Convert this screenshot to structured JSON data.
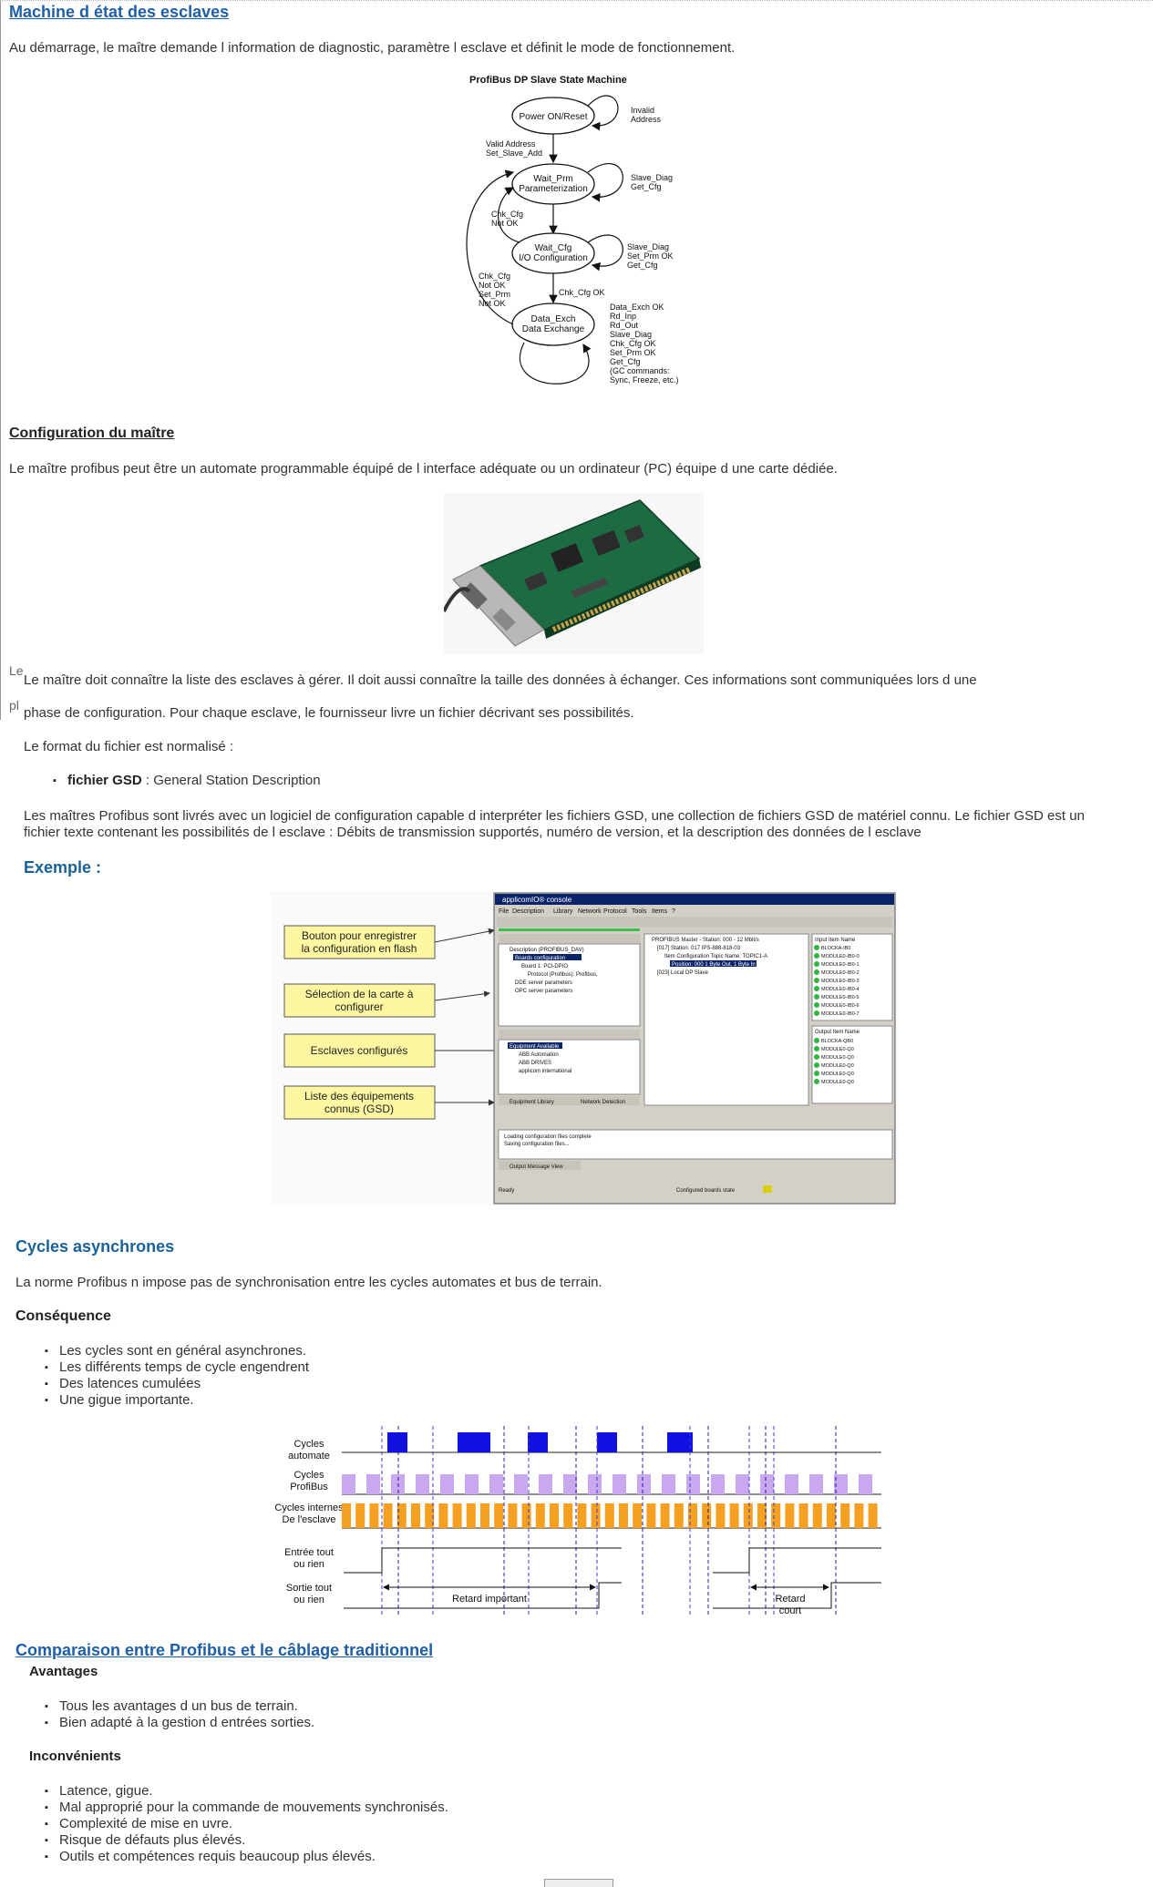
{
  "section1": {
    "title": "Machine d   état des esclaves",
    "intro": "Au démarrage, le maître demande l   information de diagnostic, paramètre l   esclave et définit le mode de fonctionnement."
  },
  "state_machine": {
    "title": "ProfiBus DP Slave State Machine",
    "states": [
      "Power ON/Reset",
      "Wait_Prm",
      "Parameterization",
      "Wait_Cfg",
      "I/O Configuration",
      "Data_Exch",
      "Data Exchange"
    ],
    "labels": {
      "invalid": [
        "Invalid",
        "Address"
      ],
      "valid": [
        "Valid Address",
        "Set_Slave_Add"
      ],
      "slave_diag1": [
        "Slave_Diag",
        "Get_Cfg"
      ],
      "chk_not_ok": [
        "Chk_Cfg",
        "Not OK"
      ],
      "slave_diag2": [
        "Slave_Diag",
        "Set_Prm OK",
        "Get_Cfg"
      ],
      "chk_set_not_ok": [
        "Chk_Cfg",
        "Not OK",
        "Set_Prm",
        "Not OK"
      ],
      "chk_ok": "Chk_Cfg OK",
      "data_list": [
        "Data_Exch OK",
        "Rd_Inp",
        "Rd_Out",
        "Slave_Diag",
        "Chk_Cfg OK",
        "Set_Prm OK",
        "Get_Cfg",
        "(GC commands:",
        "Sync, Freeze, etc.)"
      ]
    }
  },
  "section2": {
    "title": "Configuration du maître",
    "intro": "Le maître profibus peut être un automate programmable équipé de l   interface adéquate ou un ordinateur (PC) équipe d   une carte dédiée.",
    "ghost1": "Le",
    "ghost2": "pl",
    "para1a": "Le maître doit connaître la liste des esclaves à gérer. Il doit aussi connaître la taille des données à échanger. Ces informations sont communiquées lors d   une",
    "para1b": "phase de configuration. Pour chaque esclave, le fournisseur livre un fichier décrivant ses possibilités.",
    "format_intro": "Le format du fichier est normalisé :",
    "gsd_bold": "fichier GSD",
    "gsd_desc": " : General Station Description",
    "para2a": "Les maîtres Profibus sont livrés avec un logiciel de configuration capable d   interpréter les fichiers GSD, une collection de fichiers GSD de matériel connu. Le fichier GSD est un",
    "para2b": "fichier texte contenant les possibilités de l   esclave : Débits de transmission supportés, numéro de version,    et la description des données de l   esclave",
    "example_title": "Exemple :"
  },
  "console": {
    "callouts": [
      "Bouton pour enregistrer",
      "la configuration en flash",
      "Sélection de la carte à",
      "configurer",
      "Esclaves configurés",
      "Liste des équipements",
      "connus (GSD)"
    ],
    "window_title": "applicomIO® console",
    "menu": [
      "File",
      "Description",
      "Library",
      "Network",
      "Protocol",
      "Tools",
      "Items",
      "?"
    ],
    "tree1": [
      "Description (PROFIBUS_DAV)",
      "Boards configuration",
      "Board 1:   PCI-DPIO",
      "Protocol (Profibus): Profibus,",
      "DDE server parameters",
      "OPC server parameters"
    ],
    "tree2": [
      "Equipment Available",
      "ABB Automation",
      "ABB DRIVES",
      "applicom international"
    ],
    "tabs": [
      "Equipment Library",
      "Network Detection"
    ],
    "net_tree": [
      "PROFIBUS Master - Station: 000 - 12 Mbit/s",
      "[017] Station: 017   IPS-888-818-03",
      "Item Configuration  Topic Name: TOPIC1-A",
      "Position: 000  1 Byte Out, 1 Byte In",
      "[023] Local DP Slave"
    ],
    "input_header": "Input Item Name",
    "input_items": [
      "BLOCKA-IB0",
      "MODULE0-IB0-0",
      "MODULE0-IB0-1",
      "MODULE0-IB0-2",
      "MODULE0-IB0-3",
      "MODULE0-IB0-4",
      "MODULE0-IB0-5",
      "MODULE0-IB0-6",
      "MODULE0-IB0-7"
    ],
    "output_header": "Output Item Name",
    "output_items": [
      "BLOCKA-QB0",
      "MODULE0-Q0",
      "MODULE0-Q0",
      "MODULE0-Q0",
      "MODULE0-Q0",
      "MODULE0-Q0"
    ],
    "log": [
      "Loading configuration files complete",
      "Saving configuration files..."
    ],
    "log_tab": "Output Message View",
    "status_left": "Ready",
    "status_right": "Configured boards state"
  },
  "section3": {
    "title": "Cycles asynchrones",
    "intro": "La norme Profibus n   impose pas de synchronisation entre les cycles automates et bus de terrain.",
    "consequence": "Conséquence",
    "bullets": [
      "Les cycles sont en général asynchrones.",
      "Les différents temps de cycle engendrent",
      "Des latences cumulées",
      "Une gigue importante."
    ]
  },
  "timing": {
    "rows": [
      [
        "Cycles",
        "automate"
      ],
      [
        "Cycles",
        "ProfiBus"
      ],
      [
        "Cycles internes",
        "De l'esclave"
      ],
      [
        "Entrée tout",
        "ou rien"
      ],
      [
        "Sortie tout",
        "ou rien"
      ]
    ],
    "delay_long": "Retard important",
    "delay_short": [
      "Retard",
      "court"
    ],
    "colors": {
      "automate": "#1010e0",
      "profibus": "#c9a8f0",
      "internal": "#f5a020"
    }
  },
  "section4": {
    "title": "Comparaison entre Profibus et le câblage traditionnel",
    "adv_title": "Avantages",
    "adv": [
      "Tous les avantages d   un bus de terrain.",
      "Bien adapté à la gestion d   entrées sorties."
    ],
    "dis_title": "Inconvénients",
    "dis": [
      "Latence, gigue.",
      "Mal approprié pour la commande de mouvements synchronisés.",
      "Complexité de mise en    uvre.",
      "Risque de défauts plus élevés.",
      "Outils et compétences requis beaucoup plus élevés."
    ]
  }
}
